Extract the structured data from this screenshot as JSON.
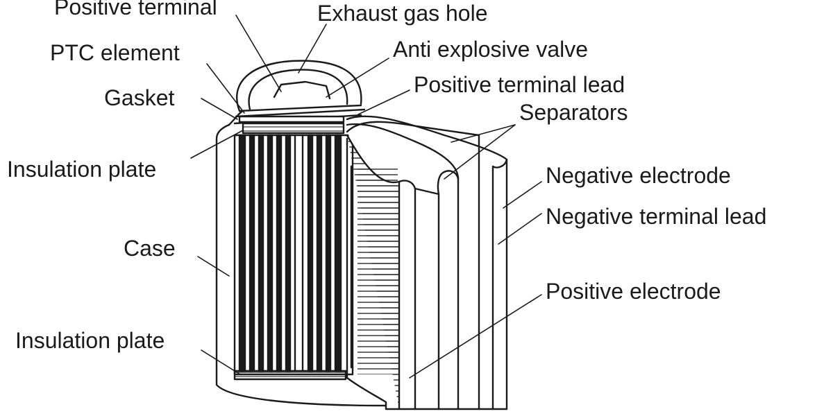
{
  "labels": {
    "positive_terminal": "Positive terminal",
    "exhaust_gas_hole": "Exhaust gas hole",
    "ptc_element": "PTC element",
    "anti_explosive_valve": "Anti explosive valve",
    "gasket": "Gasket",
    "positive_terminal_lead": "Positive terminal lead",
    "separators": "Separators",
    "insulation_plate_top": "Insulation plate",
    "negative_electrode": "Negative electrode",
    "negative_terminal_lead": "Negative terminal lead",
    "case": "Case",
    "positive_electrode": "Positive electrode",
    "insulation_plate_bottom": "Insulation plate"
  },
  "colors": {
    "ink": "#1a1a1a",
    "background": "#ffffff"
  }
}
